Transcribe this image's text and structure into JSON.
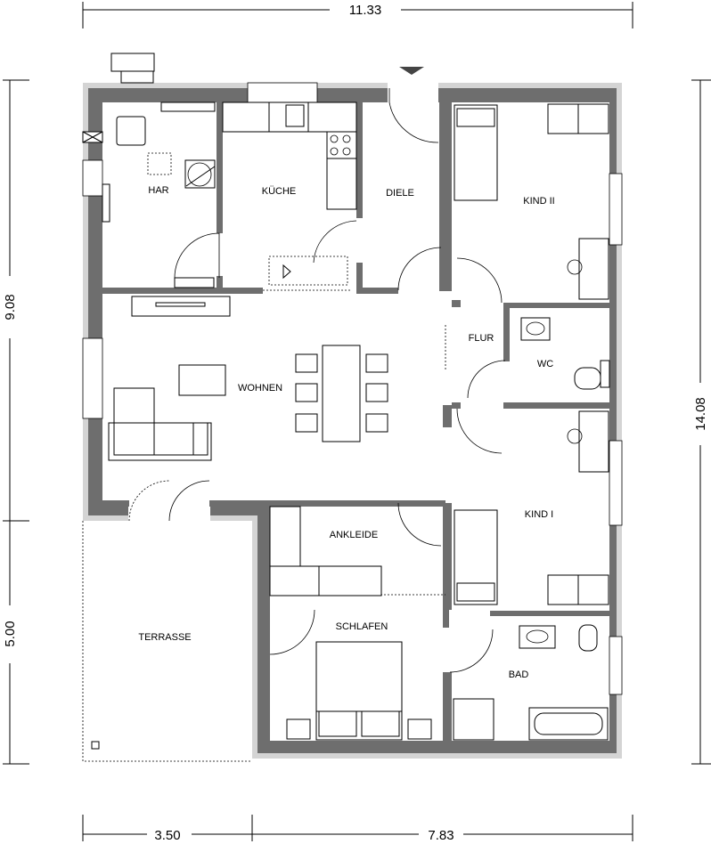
{
  "dimensions": {
    "top_width": "11.33",
    "left_upper": "9.08",
    "left_lower": "5.00",
    "right_total": "14.08",
    "bottom_left": "3.50",
    "bottom_right": "7.83"
  },
  "rooms": {
    "har": "HAR",
    "kueche": "KÜCHE",
    "diele": "DIELE",
    "kind2": "KIND II",
    "wohnen": "WOHNEN",
    "flur": "FLUR",
    "wc": "WC",
    "kind1": "KIND I",
    "ankleide": "ANKLEIDE",
    "schlafen": "SCHLAFEN",
    "bad": "BAD",
    "terrasse": "TERRASSE"
  }
}
